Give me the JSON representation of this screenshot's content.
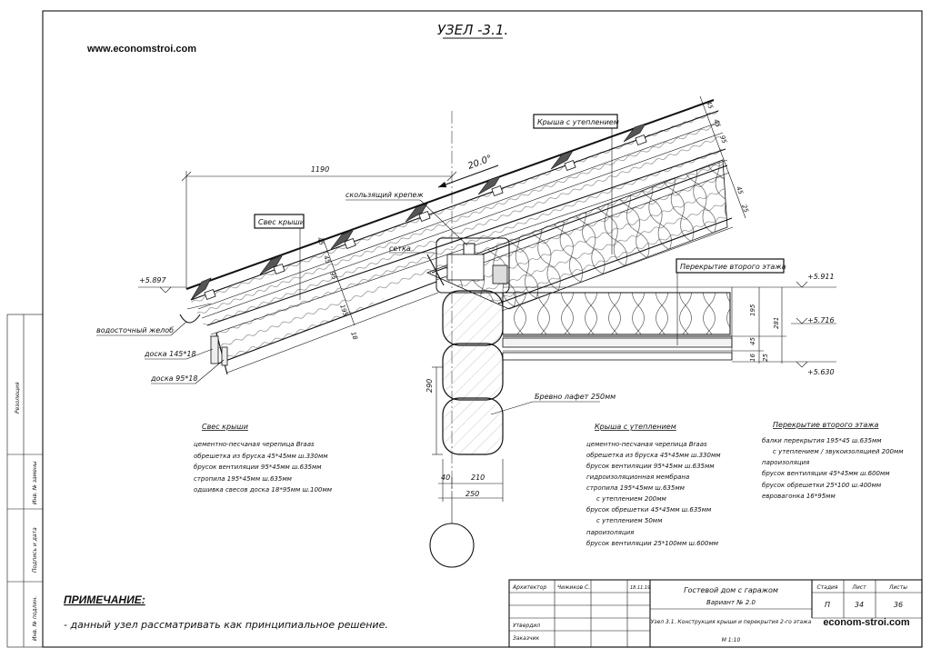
{
  "title": "УЗЕЛ -3.1.",
  "watermark_top": "www.economstroi.com",
  "watermark_bottom": "econom-stroi.com",
  "slope": "20.0°",
  "callouts": {
    "roof_insulated": "Крыша с утеплением",
    "eave": "Свес крыши",
    "floor": "Перекрытие второго этажа"
  },
  "labels": {
    "sliding_mount": "скользящий крепеж",
    "mesh": "сетка",
    "gutter": "водосточный желоб",
    "board1": "доска 145*18",
    "board2": "доска 95*18",
    "log": "Бревно лафет 250мм"
  },
  "dims": {
    "overhang": "1190",
    "d45a": "45",
    "d45b": "45",
    "d95a": "95",
    "d45c": "45",
    "d25a": "25",
    "l45": "45",
    "l45b": "45",
    "l95": "95",
    "l195": "195",
    "l18": "18",
    "f195": "195",
    "f45": "45",
    "f281": "281",
    "f16": "16",
    "f25": "25",
    "h290": "290",
    "w40": "40",
    "w210": "210",
    "w250": "250"
  },
  "levels": {
    "left": "+5.897",
    "r1": "+5.911",
    "r2": "+5.716",
    "r3": "+5.630"
  },
  "legend_eave": {
    "title": "Свес крыши",
    "items": [
      "цементно-песчаная черепица Braas",
      "обрешетка из бруска 45*45мм ш.330мм",
      "брусок вентиляции 95*45мм ш.635мм",
      "стропила 195*45мм ш.635мм",
      "одшивка свесов доска 18*95мм ш.100мм"
    ]
  },
  "legend_roof": {
    "title": "Крыша с утеплением",
    "items": [
      "цементно-песчаная черепица Braas",
      "обрешетка из бруска 45*45мм ш.330мм",
      "брусок вентиляции 95*45мм ш.635мм",
      "гидроизоляционная мембрана",
      "стропила 195*45мм ш.635мм",
      "с утеплением 200мм",
      "брусок обрешетки 45*45мм ш.635мм",
      "с утеплением 50мм",
      "пароизоляция",
      "брусок вентиляции 25*100мм ш.600мм"
    ]
  },
  "legend_floor": {
    "title": "Перекрытие второго этажа",
    "items": [
      "балки перекрытия 195*45 ш.635мм",
      "с утеплением / звукоизоляцией 200мм",
      "пароизоляция",
      "брусок вентиляции 45*45мм ш.600мм",
      "брусок обрешетки 25*100 ш.400мм",
      "евровагонка 16*95мм"
    ]
  },
  "note": {
    "title": "ПРИМЕЧАНИЕ:",
    "text": "- данный узел рассматривать как принципиальное решение."
  },
  "side_stamp": [
    "Резолюция",
    "Инв. № замены",
    "Подпись и дата",
    "Инв. № подлин."
  ],
  "title_block": {
    "architect_label": "Архитектор",
    "architect": "Чижиков С.",
    "date": "18.11.19",
    "approved": "Утвердил",
    "customer": "Заказчик",
    "project": "Гостевой дом с гаражом",
    "variant": "Вариант № 2.0",
    "sheet_name": "Узел 3.1. Конструкция крыши и перекрытия 2-го этажа",
    "scale": "М 1:10",
    "stage_label": "Стадия",
    "sheet_label": "Лист",
    "sheets_label": "Листы",
    "stage": "П",
    "sheet": "34",
    "sheets": "36"
  }
}
